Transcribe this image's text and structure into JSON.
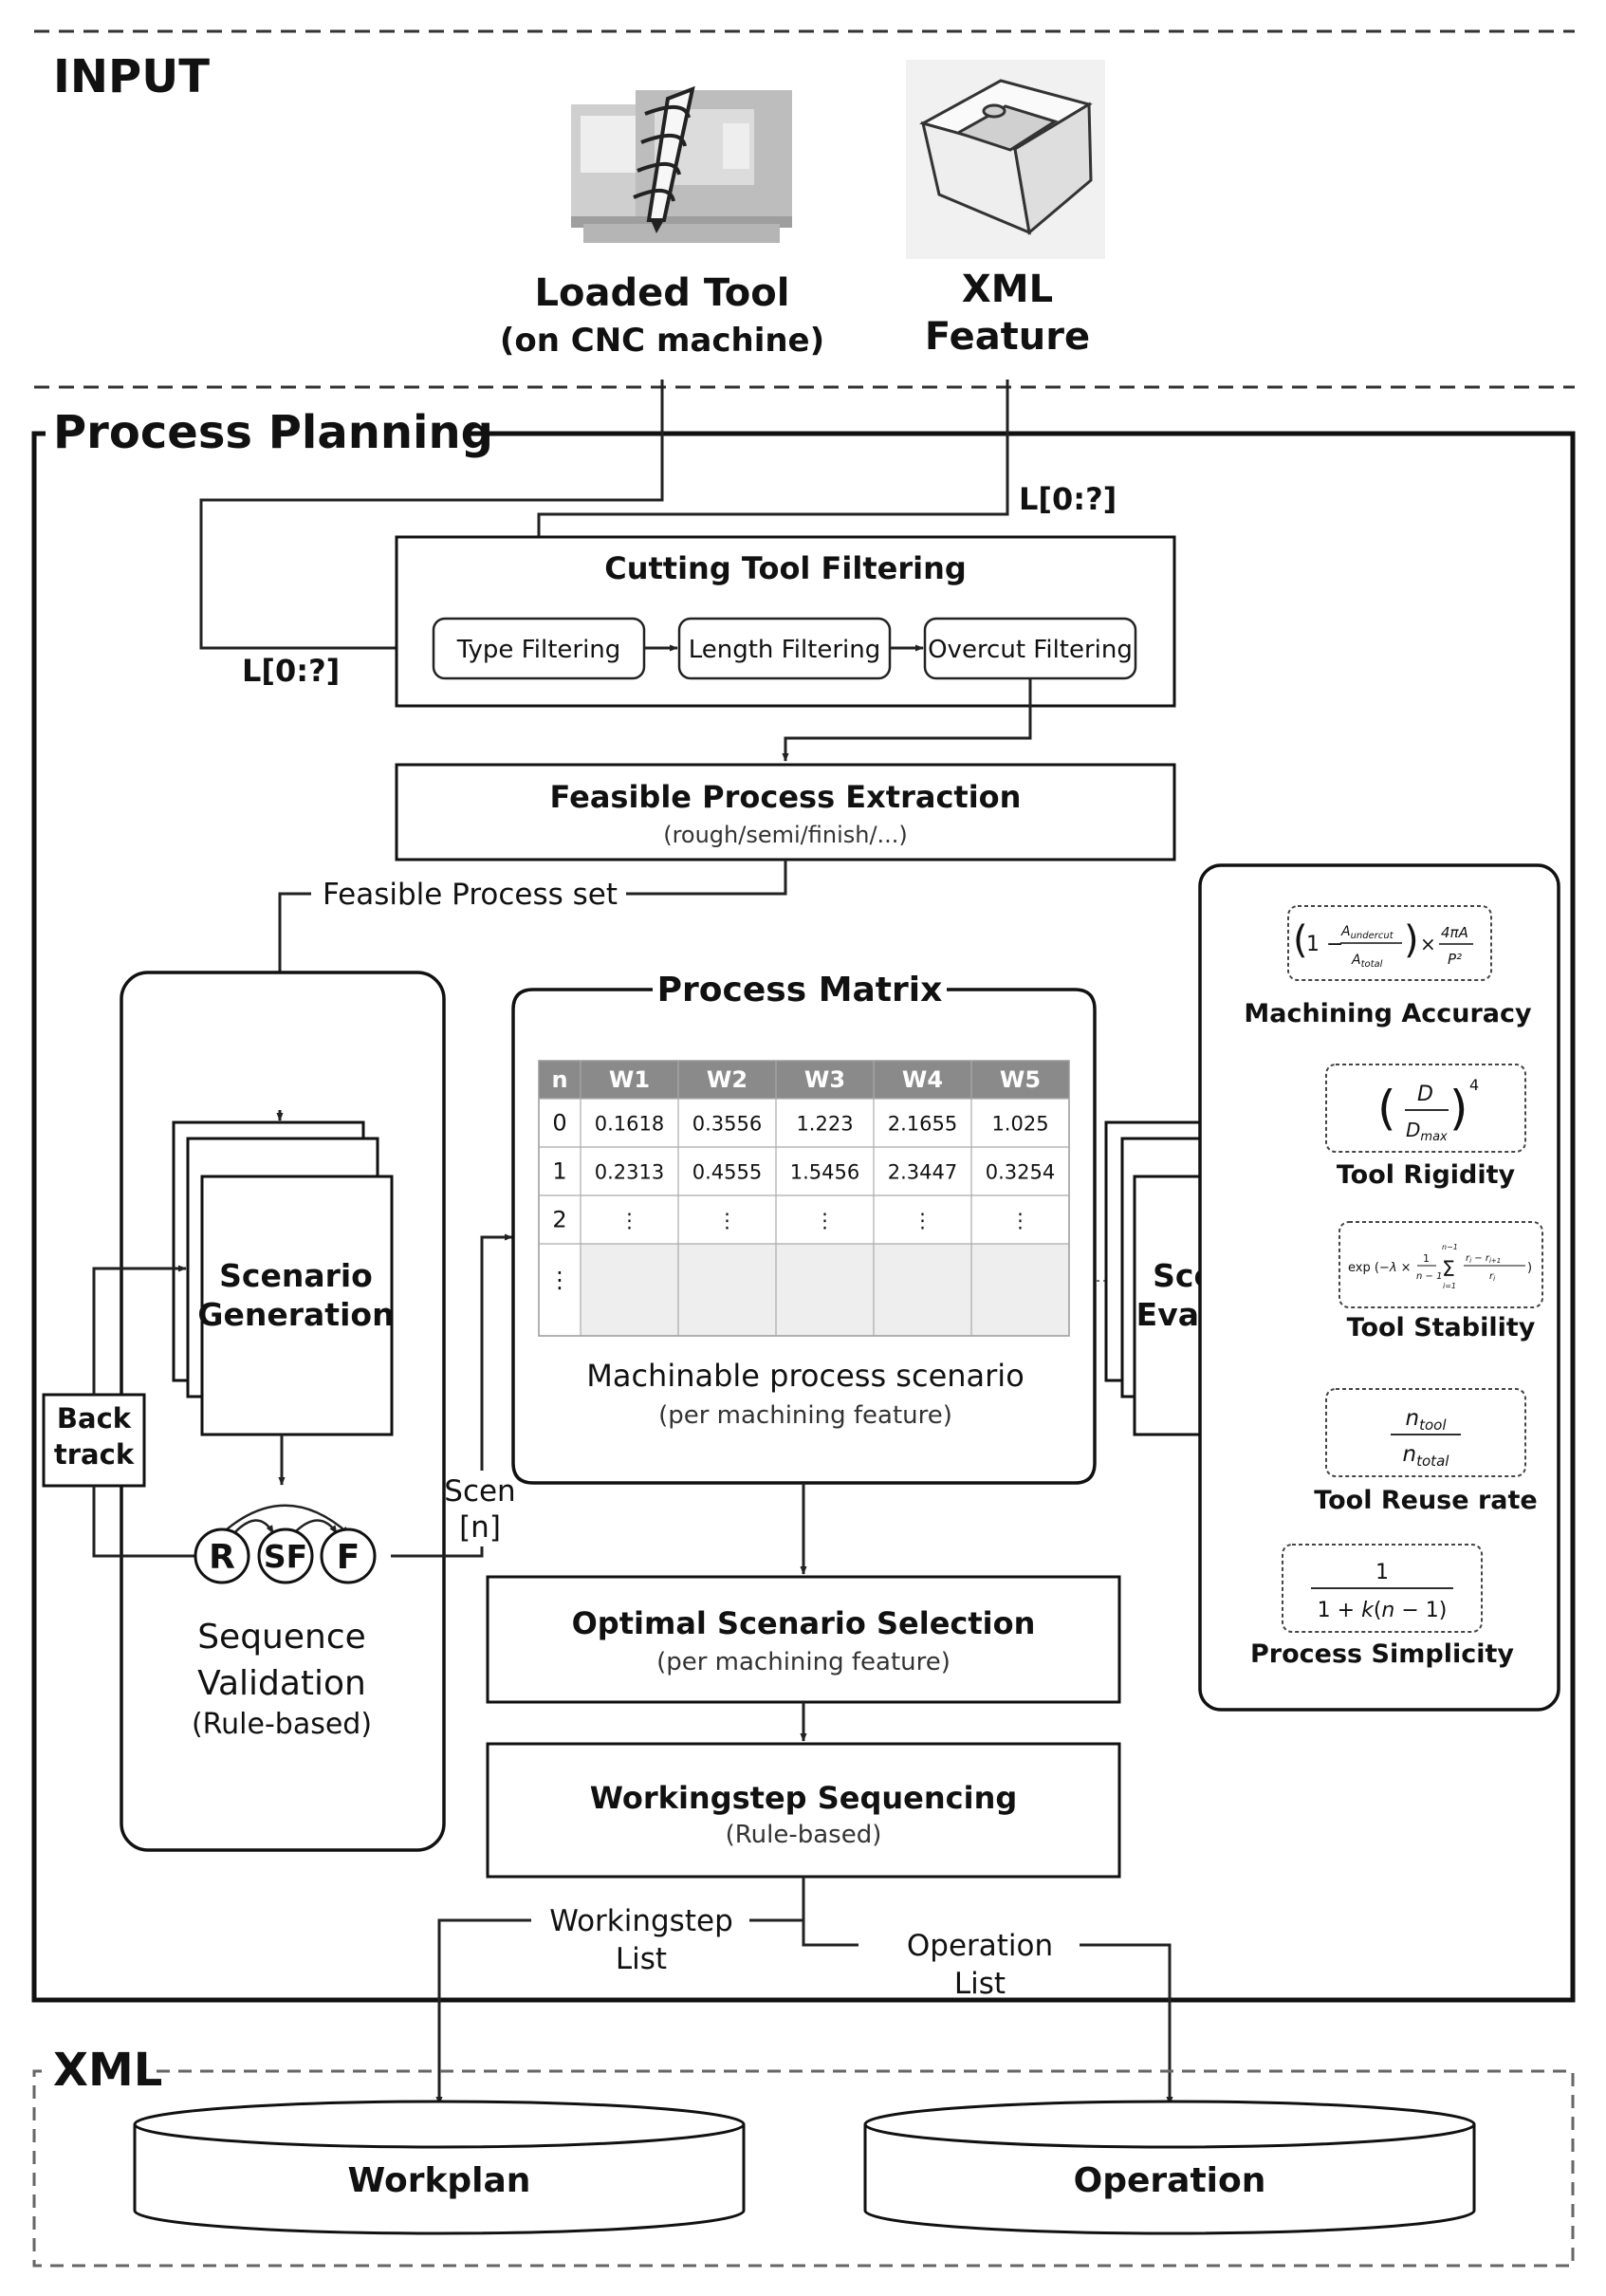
{
  "sections": {
    "input": "INPUT",
    "process_planning": "Process Planning",
    "xml": "XML"
  },
  "inputs": {
    "loaded_tool_title": "Loaded Tool",
    "loaded_tool_sub": "(on CNC machine)",
    "xml_feature_line1": "XML",
    "xml_feature_line2": "Feature",
    "list_label_right": "L[0:?]",
    "list_label_left": "L[0:?]"
  },
  "cutting_tool_filtering": {
    "title": "Cutting Tool Filtering",
    "steps": [
      "Type Filtering",
      "Length Filtering",
      "Overcut Filtering"
    ]
  },
  "feasible_process_extraction": {
    "title": "Feasible Process Extraction",
    "subtitle": "(rough/semi/finish/...)",
    "output_label": "Feasible Process set"
  },
  "scenario_generation": {
    "line1": "Scenario",
    "line2": "Generation"
  },
  "backtrack": {
    "line1": "Back",
    "line2": "track"
  },
  "sequence_validation": {
    "nodes": [
      "R",
      "SF",
      "F"
    ],
    "line1": "Sequence",
    "line2": "Validation",
    "line3": "(Rule-based)"
  },
  "scen_label": {
    "line1": "Scen",
    "line2": "[n]"
  },
  "process_matrix": {
    "title": "Process Matrix",
    "headers": [
      "n",
      "W1",
      "W2",
      "W3",
      "W4",
      "W5"
    ],
    "rows": [
      [
        "0",
        "0.1618",
        "0.3556",
        "1.223",
        "2.1655",
        "1.025"
      ],
      [
        "1",
        "0.2313",
        "0.4555",
        "1.5456",
        "2.3447",
        "0.3254"
      ],
      [
        "2",
        "⋮",
        "⋮",
        "⋮",
        "⋮",
        "⋮"
      ],
      [
        "⋮",
        "",
        "",
        "",
        "",
        ""
      ]
    ],
    "caption": "Machinable process scenario",
    "subcaption": "(per machining feature)"
  },
  "scenario_evaluation": {
    "line1": "Scenario",
    "line2": "Evaluation"
  },
  "criteria": [
    {
      "name": "Machining Accuracy",
      "formula": "(1 − A_undercut / A_total) × 4πA / P²"
    },
    {
      "name": "Tool Rigidity",
      "formula": "(D / D_max)⁴"
    },
    {
      "name": "Tool Stability",
      "formula": "exp(−λ × 1/(n−1) Σ (r_i − r_{i+1}) / r_i)"
    },
    {
      "name": "Tool Reuse rate",
      "formula": "n_tool / n_total"
    },
    {
      "name": "Process Simplicity",
      "formula": "1 / (1 + k(n − 1))"
    }
  ],
  "optimal_selection": {
    "title": "Optimal Scenario Selection",
    "subtitle": "(per machining feature)"
  },
  "workingstep_sequencing": {
    "title": "Workingstep Sequencing",
    "subtitle": "(Rule-based)"
  },
  "outputs": {
    "workingstep_list_line1": "Workingstep",
    "workingstep_list_line2": "List",
    "operation_list_line1": "Operation",
    "operation_list_line2": "List"
  },
  "databases": {
    "workplan": "Workplan",
    "operation": "Operation"
  }
}
